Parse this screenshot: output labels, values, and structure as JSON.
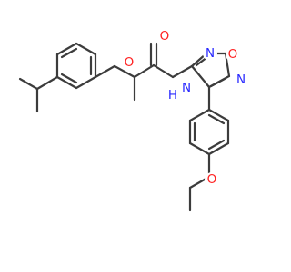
{
  "atoms": {
    "ether_oxygen_left": "O",
    "carbonyl_oxygen": "O",
    "amide_nitrogen": "N",
    "amide_hydrogen": "H",
    "ring_nitrogen_top": "N",
    "ring_oxygen": "O",
    "ring_nitrogen_right": "N",
    "ether_oxygen_bottom": "O"
  },
  "colors": {
    "bond": "#3c3c3c",
    "oxygen": "#ff1f1f",
    "nitrogen": "#2929ff",
    "background": "#ffffff"
  }
}
